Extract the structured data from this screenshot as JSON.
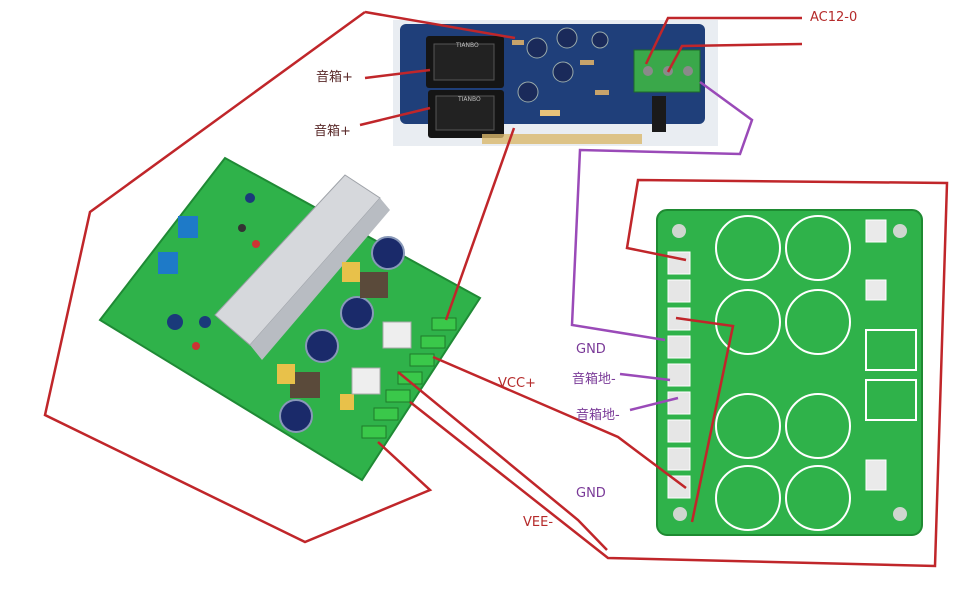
{
  "labels": {
    "speaker_plus_1": "音箱+",
    "speaker_plus_2": "音箱+",
    "ac_input": "AC12-0",
    "gnd_top": "GND",
    "speaker_ground_1": "音箱地-",
    "speaker_ground_2": "音箱地-",
    "vcc": "VCC+",
    "gnd_bottom": "GND",
    "vee": "VEE-"
  },
  "relay_board": {
    "relay_brand_1": "TIANBO",
    "relay_brand_2": "TIANBO"
  },
  "colors": {
    "wire_red": "#c0262a",
    "wire_purple": "#9a4ab8",
    "pcb_green": "#2fb24a",
    "pcb_blue": "#1f3f7a",
    "heatsink": "#d6d8dc"
  }
}
